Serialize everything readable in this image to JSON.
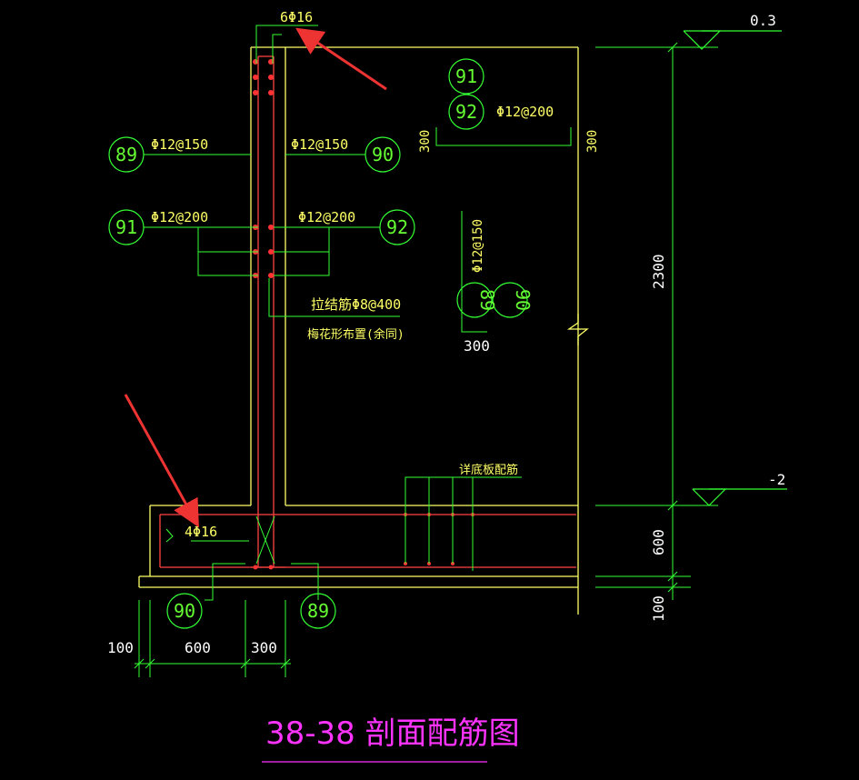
{
  "drawing": {
    "title": "38-38 剖面配筋图",
    "colors": {
      "wall": "#ffff66",
      "rebar": "#ff3333",
      "leader": "#33ff33",
      "dim": "#33ff33",
      "text": "#ffff66",
      "title": "#ff33ff",
      "arrow": "#ee3333"
    }
  },
  "rebar_labels": {
    "top_bars": "6Φ16",
    "bottom_bars": "4Φ16",
    "left_outer": "Φ12@150",
    "right_inner": "Φ12@150",
    "left_lower": "Φ12@200",
    "right_lower": "Φ12@200",
    "slab_top": "Φ12@200",
    "slab_vertical": "Φ12@150",
    "tie_bar": "拉结筋Φ8@400",
    "tie_note": "梅花形布置(余同)",
    "base_note": "详底板配筋"
  },
  "markers": {
    "m89_left": "89",
    "m90_right": "90",
    "m91_left": "91",
    "m92_right": "92",
    "m91_top": "91",
    "m92_top": "92",
    "m89_mid": "89",
    "m90_mid": "90",
    "m90_bottom": "90",
    "m89_bottom": "89"
  },
  "dimensions": {
    "d300_left": "300",
    "d300_right": "300",
    "d300_mid": "300",
    "d2300": "2300",
    "d600": "600",
    "d100_right": "100",
    "d100_bottom": "100",
    "d600_bottom": "600",
    "d300_bottom": "300"
  },
  "elevations": {
    "top": "0.3",
    "bottom": "-2"
  }
}
